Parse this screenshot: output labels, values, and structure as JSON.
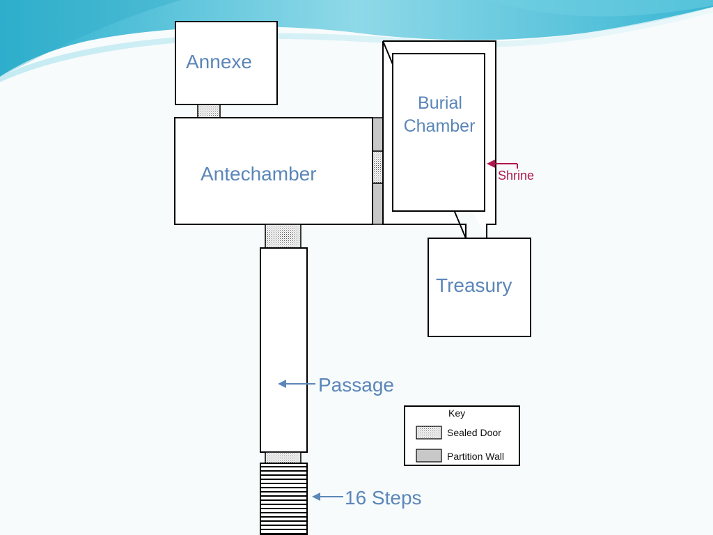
{
  "slide": {
    "labels": {
      "annexe": "Annexe",
      "antechamber": "Antechamber",
      "burial_chamber_line1": "Burial",
      "burial_chamber_line2": "Chamber",
      "treasury": "Treasury",
      "shrine": "Shrine",
      "passage": "Passage",
      "steps": "16 Steps"
    },
    "key": {
      "title": "Key",
      "sealed_door": "Sealed Door",
      "partition_wall": "Partition Wall"
    },
    "colors": {
      "room_label": "#5b86b8",
      "shrine_label": "#b0174f",
      "outline": "#000000",
      "partition_fill": "#c8c8c8",
      "background": "#f7fbfc",
      "header_wave": "#5fc3d9"
    }
  }
}
